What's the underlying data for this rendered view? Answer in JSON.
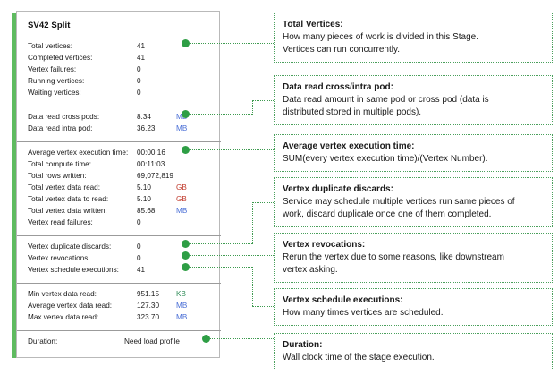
{
  "panel": {
    "title": "SV42 Split",
    "accent_color": "#5fbb60",
    "sections": [
      {
        "name": "vertices",
        "rows": [
          {
            "label": "Total vertices:",
            "value": "41",
            "unit": ""
          },
          {
            "label": "Completed vertices:",
            "value": "41",
            "unit": ""
          },
          {
            "label": "Vertex failures:",
            "value": "0",
            "unit": ""
          },
          {
            "label": "Running vertices:",
            "value": "0",
            "unit": ""
          },
          {
            "label": "Waiting vertices:",
            "value": "0",
            "unit": ""
          }
        ]
      },
      {
        "name": "data-read-pods",
        "rows": [
          {
            "label": "Data read cross pods:",
            "value": "8.34",
            "unit": "MB"
          },
          {
            "label": "Data read intra pod:",
            "value": "36.23",
            "unit": "MB"
          }
        ]
      },
      {
        "name": "execution-totals",
        "rows": [
          {
            "label": "Average vertex execution time:",
            "value": "00:00:16",
            "unit": ""
          },
          {
            "label": "Total compute time:",
            "value": "00:11:03",
            "unit": ""
          },
          {
            "label": "Total rows written:",
            "value": "69,072,819",
            "unit": ""
          },
          {
            "label": "Total vertex data read:",
            "value": "5.10",
            "unit": "GB"
          },
          {
            "label": "Total vertex data to read:",
            "value": "5.10",
            "unit": "GB"
          },
          {
            "label": "Total vertex data written:",
            "value": "85.68",
            "unit": "MB"
          },
          {
            "label": "Vertex read failures:",
            "value": "0",
            "unit": ""
          }
        ]
      },
      {
        "name": "vertex-scheduling",
        "rows": [
          {
            "label": "Vertex duplicate discards:",
            "value": "0",
            "unit": ""
          },
          {
            "label": "Vertex revocations:",
            "value": "0",
            "unit": ""
          },
          {
            "label": "Vertex schedule executions:",
            "value": "41",
            "unit": ""
          }
        ]
      },
      {
        "name": "vertex-data-read-stats",
        "rows": [
          {
            "label": "Min vertex data read:",
            "value": "951.15",
            "unit": "KB"
          },
          {
            "label": "Average vertex data read:",
            "value": "127.30",
            "unit": "MB"
          },
          {
            "label": "Max vertex data read:",
            "value": "323.70",
            "unit": "MB"
          }
        ]
      },
      {
        "name": "duration",
        "rows": [
          {
            "label": "Duration:",
            "value": "Need load profile",
            "unit": ""
          }
        ]
      }
    ]
  },
  "notes": [
    {
      "title": "Total Vertices:",
      "lines": [
        "How many pieces of work is divided in this Stage.",
        "Vertices can run concurrently."
      ]
    },
    {
      "title": "Data read cross/intra pod:",
      "lines": [
        "Data read amount in same pod or cross pod (data is",
        "distributed stored in multiple pods)."
      ]
    },
    {
      "title": "Average vertex execution time:",
      "lines": [
        "SUM(every vertex execution time)/(Vertex Number)."
      ]
    },
    {
      "title": "Vertex duplicate discards:",
      "lines": [
        "Service may schedule multiple vertices run same pieces of",
        "work, discard duplicate once one of them completed."
      ]
    },
    {
      "title": "Vertex revocations:",
      "lines": [
        "Rerun the vertex due to some reasons, like downstream",
        "vertex asking."
      ]
    },
    {
      "title": "Vertex schedule executions:",
      "lines": [
        "How many times vertices are scheduled."
      ]
    },
    {
      "title": "Duration:",
      "lines": [
        "Wall clock time of the stage execution."
      ]
    }
  ],
  "connector_color": "#3f9b50"
}
